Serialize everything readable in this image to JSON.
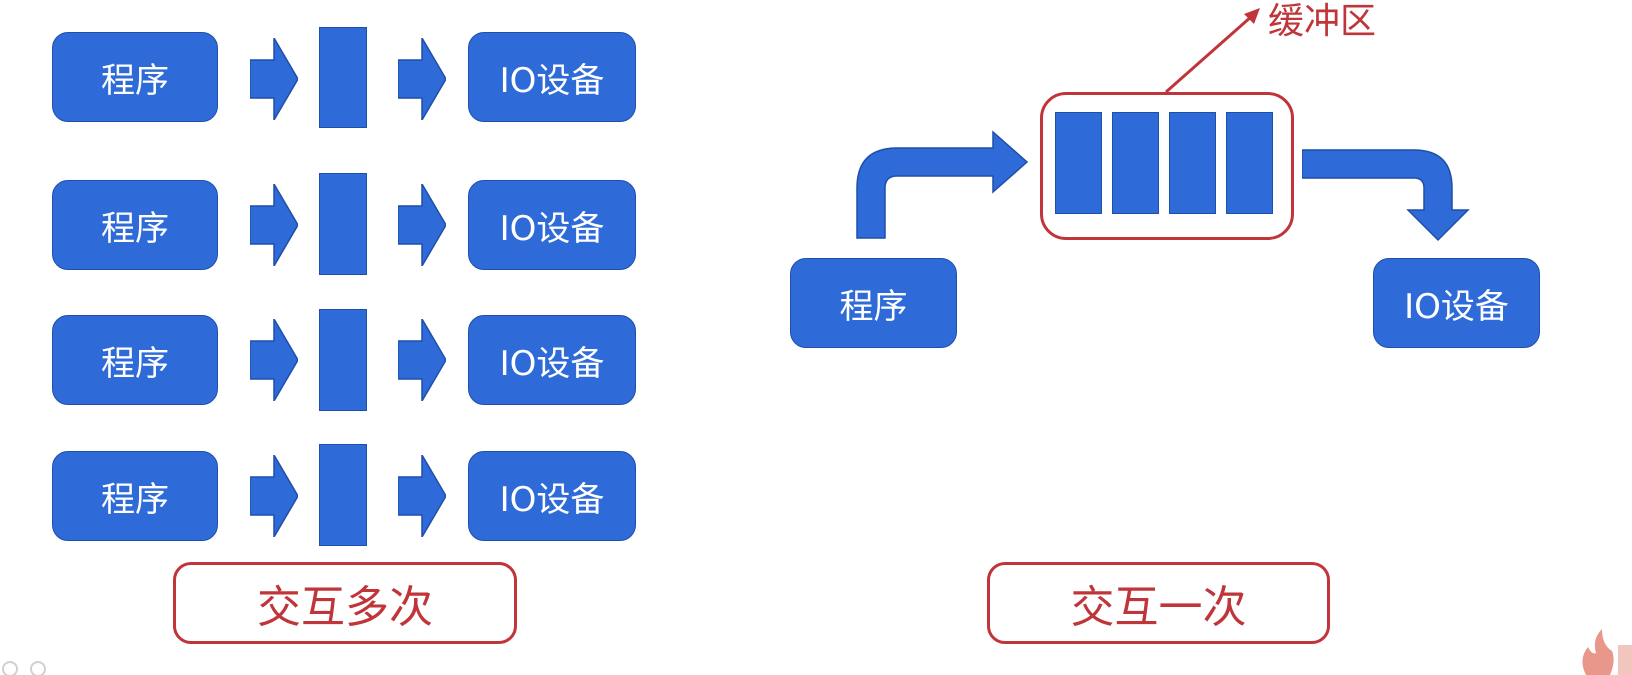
{
  "left_panel": {
    "rows": [
      {
        "program": "程序",
        "device": "IO设备"
      },
      {
        "program": "程序",
        "device": "IO设备"
      },
      {
        "program": "程序",
        "device": "IO设备"
      },
      {
        "program": "程序",
        "device": "IO设备"
      }
    ],
    "caption": "交互多次"
  },
  "right_panel": {
    "program": "程序",
    "device": "IO设备",
    "buffer_label": "缓冲区",
    "buffer_cells": 4,
    "caption": "交互一次"
  },
  "colors": {
    "block_fill": "#2e6bd8",
    "block_border": "#1f4fa8",
    "accent_red": "#c0353a",
    "background": "#ffffff"
  },
  "icons": [
    "right-arrow-icon",
    "curved-arrow-icon",
    "callout-arrow-icon",
    "flame-logo-icon"
  ]
}
